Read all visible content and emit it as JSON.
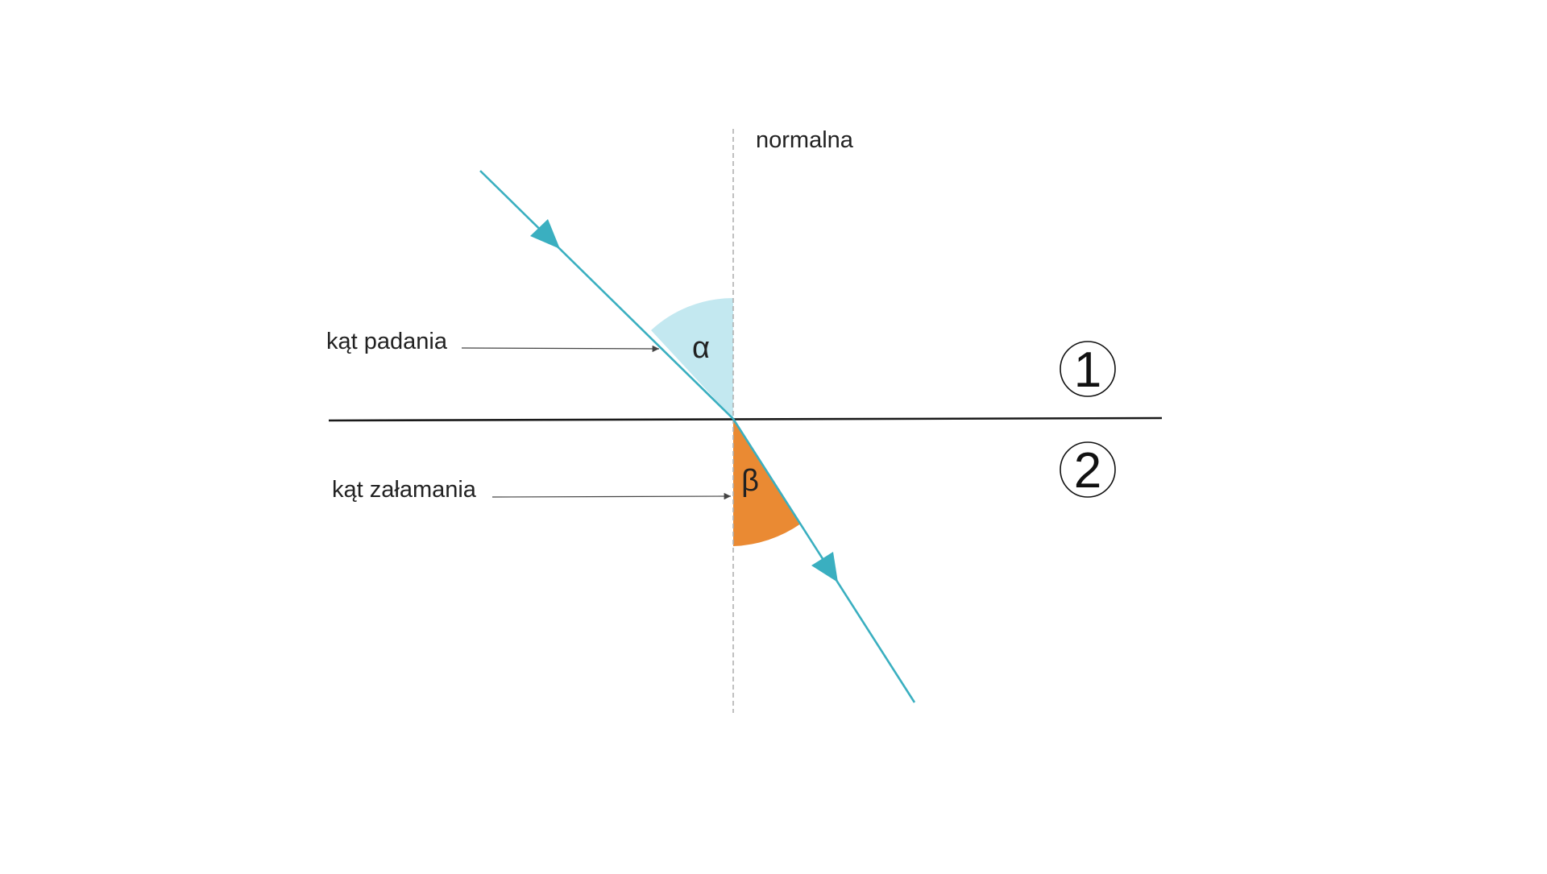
{
  "labels": {
    "normal": "normalna",
    "angle_of_incidence": "kąt padania",
    "angle_of_refraction": "kąt załamania",
    "alpha": "α",
    "beta": "β",
    "medium_1": "1",
    "medium_2": "2"
  },
  "colors": {
    "ray": "#3aafc0",
    "incidence_fill": "#c3e8f0",
    "refraction_fill": "#ea8a33",
    "interface": "#1a1a1a",
    "normal_line": "#b0b0b0",
    "pointer": "#444444"
  }
}
